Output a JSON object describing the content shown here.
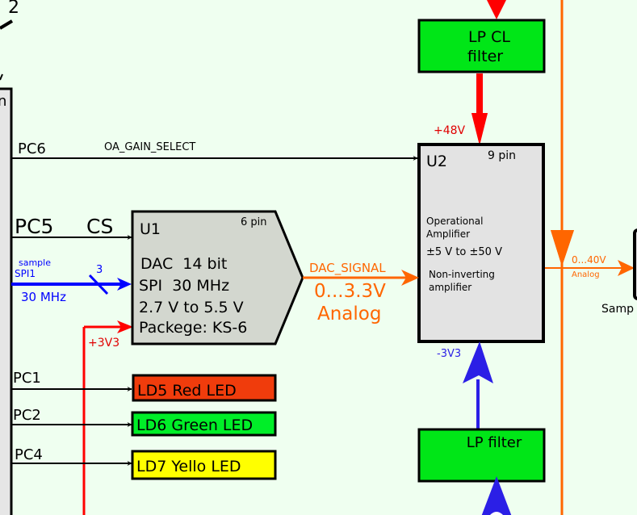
{
  "colors": {
    "background": "#effff0",
    "power_red": "#ff0000",
    "signal_blue": "#0000ff",
    "power_blue": "#2b1fe6",
    "analog_orange": "#ff6600",
    "filter_green": "#00e617",
    "led_red": "#f03c0c",
    "led_green": "#00ee28",
    "led_yellow": "#ffff00",
    "chip_gray": "#d3d7cf",
    "opamp_gray": "#e3e3e3",
    "mcu_gray": "#e6e6e6"
  },
  "top_left": {
    "bus_width_label": "2"
  },
  "mcu": {
    "partial_label": "n"
  },
  "signals": {
    "pc6": {
      "pin": "PC6",
      "net": "OA_GAIN_SELECT"
    },
    "pc5": {
      "pin": "PC5",
      "net": "CS"
    },
    "spi": {
      "label_small": "sample",
      "bus": "SPI1",
      "width": "3",
      "speed": "30 MHz"
    },
    "supply_3v3": "+3V3",
    "pc1": {
      "pin": "PC1"
    },
    "pc2": {
      "pin": "PC2"
    },
    "pc4": {
      "pin": "PC4"
    }
  },
  "u1": {
    "ref": "U1",
    "pins": "6 pin",
    "lines": [
      "DAC  14 bit",
      "SPI  30 MHz",
      "2.7 V to 5.5 V",
      "Packege: KS-6"
    ]
  },
  "dac_output": {
    "net": "DAC_SIGNAL",
    "range": "0...3.3V",
    "type": "Analog"
  },
  "u2": {
    "ref": "U2",
    "pins": "9 pin",
    "desc1": "Operational",
    "desc2": "Amplifier",
    "supply_range": "±5 V to ±50 V",
    "mode1": "Non-inverting",
    "mode2": "amplifier",
    "plus_supply": "+48V",
    "minus_supply": "-3V3"
  },
  "u2_output": {
    "range": "0...40V",
    "type": "Analog"
  },
  "right_block": {
    "partial_label": "Samp"
  },
  "lp_cl_filter": {
    "line1": "LP CL",
    "line2": "filter"
  },
  "lp_filter": {
    "label": "LP filter"
  },
  "leds": [
    {
      "label": "LD5 Red LED"
    },
    {
      "label": "LD6 Green LED"
    },
    {
      "label": "LD7 Yello LED"
    }
  ]
}
